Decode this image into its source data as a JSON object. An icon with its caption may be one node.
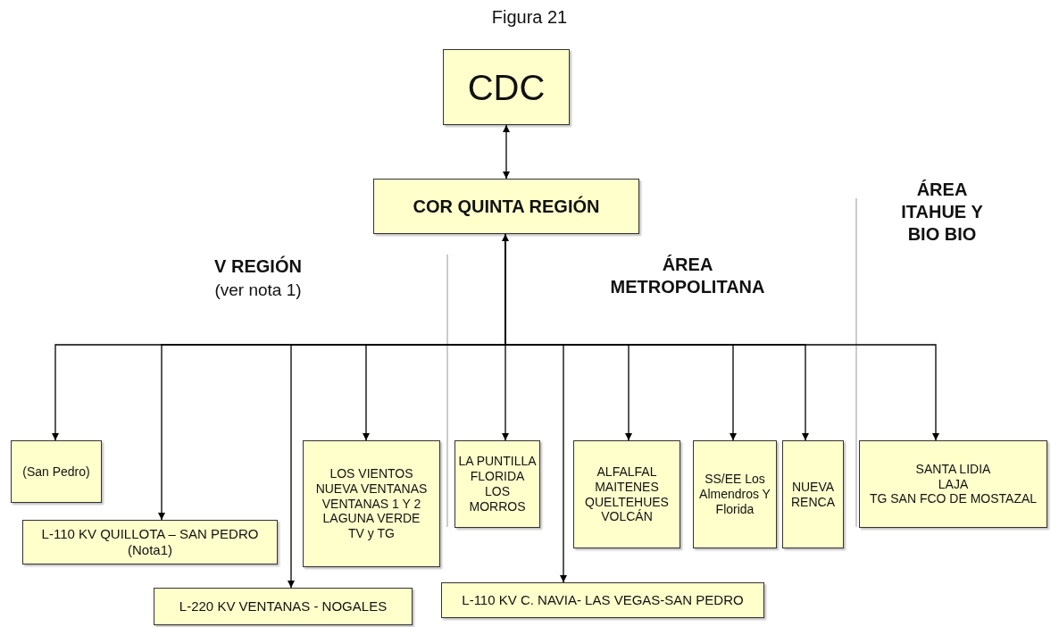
{
  "diagram": {
    "title": "Figura 21",
    "nodes": [
      {
        "text": [
          "CDC"
        ]
      },
      {
        "text": [
          "COR QUINTA REGIÓN"
        ]
      },
      {
        "text": [
          "(San Pedro)"
        ]
      },
      {
        "text": [
          "L-110 KV QUILLOTA – SAN PEDRO (Nota1)"
        ]
      },
      {
        "text": [
          "L-220 KV VENTANAS - NOGALES"
        ]
      },
      {
        "text": [
          "LOS VIENTOS",
          "NUEVA VENTANAS",
          "VENTANAS 1 Y 2",
          "LAGUNA VERDE",
          "TV y TG"
        ]
      },
      {
        "text": [
          "LA PUNTILLA",
          "FLORIDA",
          "LOS MORROS"
        ]
      },
      {
        "text": [
          "L-110 KV C. NAVIA- LAS VEGAS-SAN PEDRO"
        ]
      },
      {
        "text": [
          "ALFALFAL",
          "MAITENES",
          "QUELTEHUES",
          "VOLCÁN"
        ]
      },
      {
        "text": [
          "SS/EE Los Almendros Y Florida"
        ]
      },
      {
        "text": [
          "NUEVA RENCA"
        ]
      },
      {
        "text": [
          "SANTA LIDIA",
          "LAJA",
          "TG SAN FCO DE MOSTAZAL"
        ]
      }
    ],
    "edges": [
      {
        "from": 0,
        "to": 1,
        "arrow": "both"
      },
      {
        "from": 1,
        "to": 2,
        "arrow": "to"
      },
      {
        "from": 1,
        "to": 3,
        "arrow": "to"
      },
      {
        "from": 1,
        "to": 4,
        "arrow": "to"
      },
      {
        "from": 1,
        "to": 5,
        "arrow": "to"
      },
      {
        "from": 1,
        "to": 6,
        "arrow": "both"
      },
      {
        "from": 1,
        "to": 7,
        "arrow": "to"
      },
      {
        "from": 1,
        "to": 8,
        "arrow": "to"
      },
      {
        "from": 1,
        "to": 9,
        "arrow": "to"
      },
      {
        "from": 1,
        "to": 10,
        "arrow": "to"
      },
      {
        "from": 1,
        "to": 11,
        "arrow": "to"
      }
    ],
    "labels": [
      "V REGIÓN",
      "(ver nota 1)",
      "ÁREA METROPOLITANA",
      "ÁREA ITAHUE Y BIO BIO"
    ]
  }
}
